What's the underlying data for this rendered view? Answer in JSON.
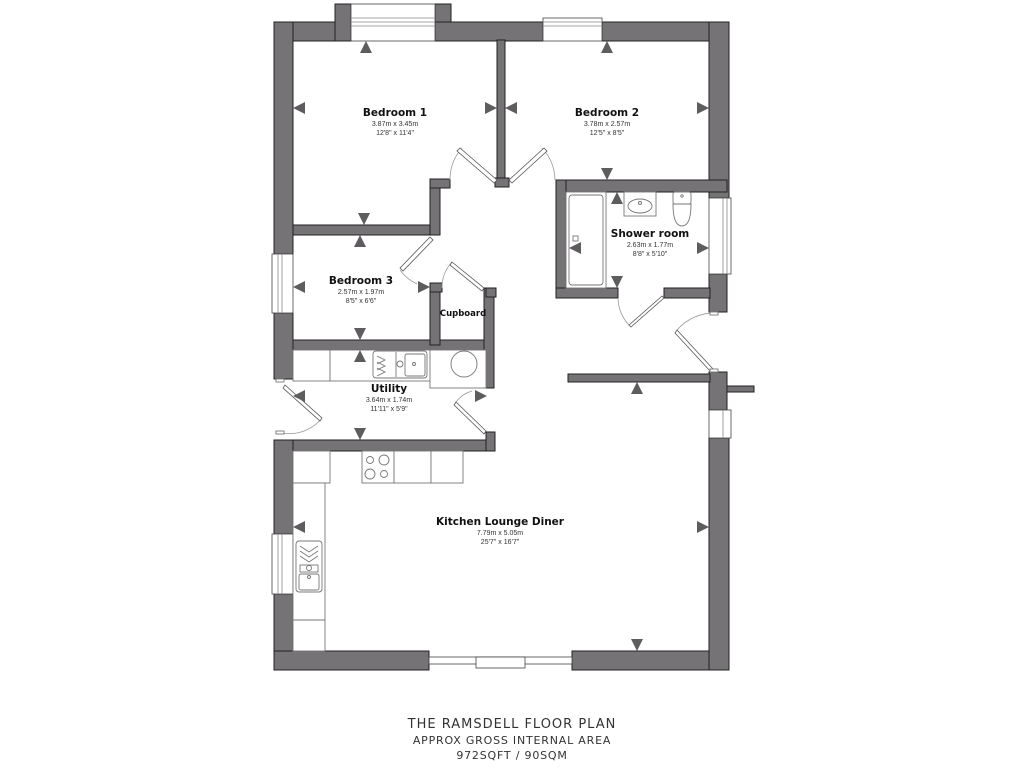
{
  "plan": {
    "title": "THE RAMSDELL FLOOR PLAN",
    "subtitle": "APPROX GROSS INTERNAL AREA",
    "area": "972SQFT / 90SQM"
  },
  "rooms": [
    {
      "id": "bedroom-1",
      "name": "Bedroom 1",
      "metric": "3.87m x 3.45m",
      "imperial": "12'8\" x 11'4\""
    },
    {
      "id": "bedroom-2",
      "name": "Bedroom 2",
      "metric": "3.78m x 2.57m",
      "imperial": "12'5\" x 8'5\""
    },
    {
      "id": "shower-room",
      "name": "Shower room",
      "metric": "2.63m x 1.77m",
      "imperial": "8'8\" x 5'10\""
    },
    {
      "id": "bedroom-3",
      "name": "Bedroom 3",
      "metric": "2.57m x 1.97m",
      "imperial": "8'5\" x 6'6\""
    },
    {
      "id": "cupboard",
      "name": "Cupboard"
    },
    {
      "id": "utility",
      "name": "Utility",
      "metric": "3.64m x 1.74m",
      "imperial": "11'11\" x 5'9\""
    },
    {
      "id": "kitchen-lounge-diner",
      "name": "Kitchen Lounge Diner",
      "metric": "7.79m x 5.05m",
      "imperial": "25'7\" x 16'7\""
    }
  ],
  "colors": {
    "wall": "#757375",
    "arrow": "#5e5c5e",
    "text": "#111111",
    "background": "#ffffff"
  }
}
